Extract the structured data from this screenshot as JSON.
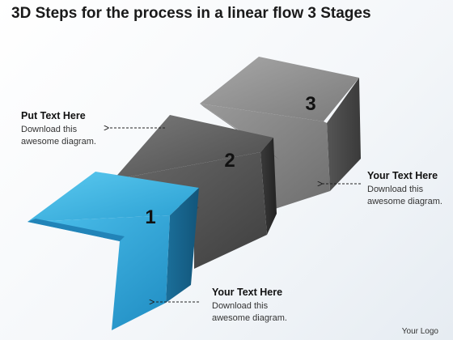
{
  "title": "3D Steps for the process in a linear flow 3 Stages",
  "steps": [
    {
      "number": "1",
      "color": "#3bb3e0"
    },
    {
      "number": "2",
      "color": "#5e5e5e"
    },
    {
      "number": "3",
      "color": "#8c8c8c"
    }
  ],
  "callouts": {
    "left": {
      "heading": "Put Text Here",
      "line1": "Download this",
      "line2": "awesome diagram."
    },
    "right": {
      "heading": "Your Text Here",
      "line1": "Download this",
      "line2": "awesome diagram."
    },
    "bottom": {
      "heading": "Your Text Here",
      "line1": "Download this",
      "line2": "awesome diagram."
    }
  },
  "logo": "Your Logo"
}
